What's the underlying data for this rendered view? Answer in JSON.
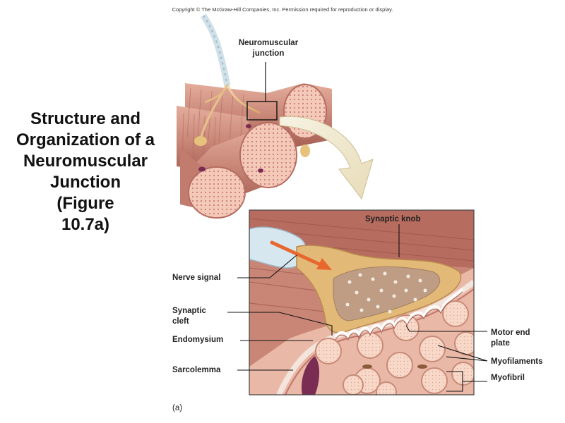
{
  "copyright": "Copyright © The McGraw-Hill Companies, Inc. Permission required for reproduction or display.",
  "title_lines": [
    "Structure and",
    "Organization of a",
    "Neuromuscular",
    "Junction",
    "(Figure",
    "10.7a)"
  ],
  "labels": {
    "neuromuscular_junction": [
      "Neuromuscular",
      "junction"
    ],
    "synaptic_knob": "Synaptic knob",
    "nerve_signal": "Nerve signal",
    "synaptic_cleft": [
      "Synaptic",
      "cleft"
    ],
    "endomysium": "Endomysium",
    "sarcolemma": "Sarcolemma",
    "motor_end_plate": [
      "Motor end",
      "plate"
    ],
    "myofilaments": "Myofilaments",
    "myofibril": "Myofibril",
    "panel": "(a)"
  },
  "colors": {
    "muscle": "#d49a8a",
    "muscle_dark": "#b46c5f",
    "nerve": "#e9c88a",
    "myofibril": "#f6d6c6",
    "arrow": "#e8672e",
    "nucleus": "#7a2d52"
  }
}
